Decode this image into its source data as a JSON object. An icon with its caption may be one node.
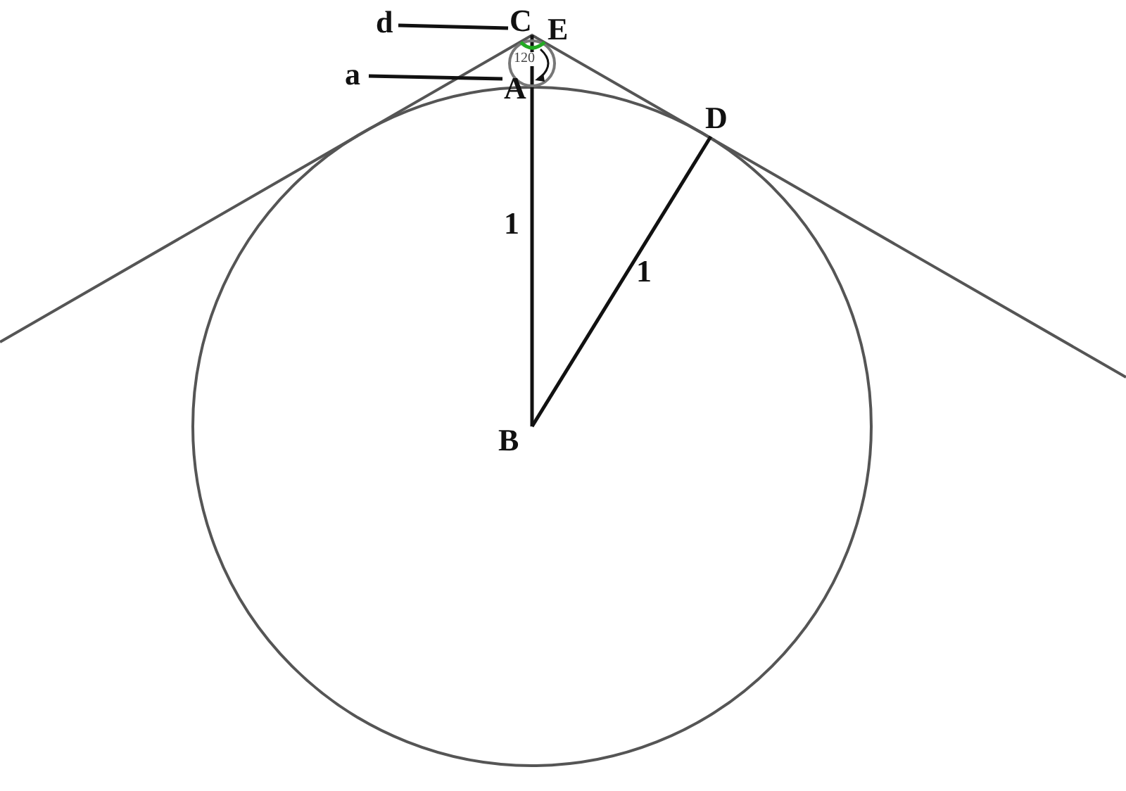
{
  "diagram": {
    "nodes": [
      {
        "text": [
          "d"
        ]
      },
      {
        "text": [
          "a"
        ]
      },
      {
        "text": [
          "C"
        ]
      },
      {
        "text": [
          "A"
        ]
      }
    ],
    "edges": [
      {
        "from": 0,
        "to": 2,
        "arrow": "none"
      },
      {
        "from": 1,
        "to": 3,
        "arrow": "none"
      }
    ],
    "labels": [
      "E",
      "1",
      "1",
      "B",
      "D",
      "120"
    ]
  }
}
